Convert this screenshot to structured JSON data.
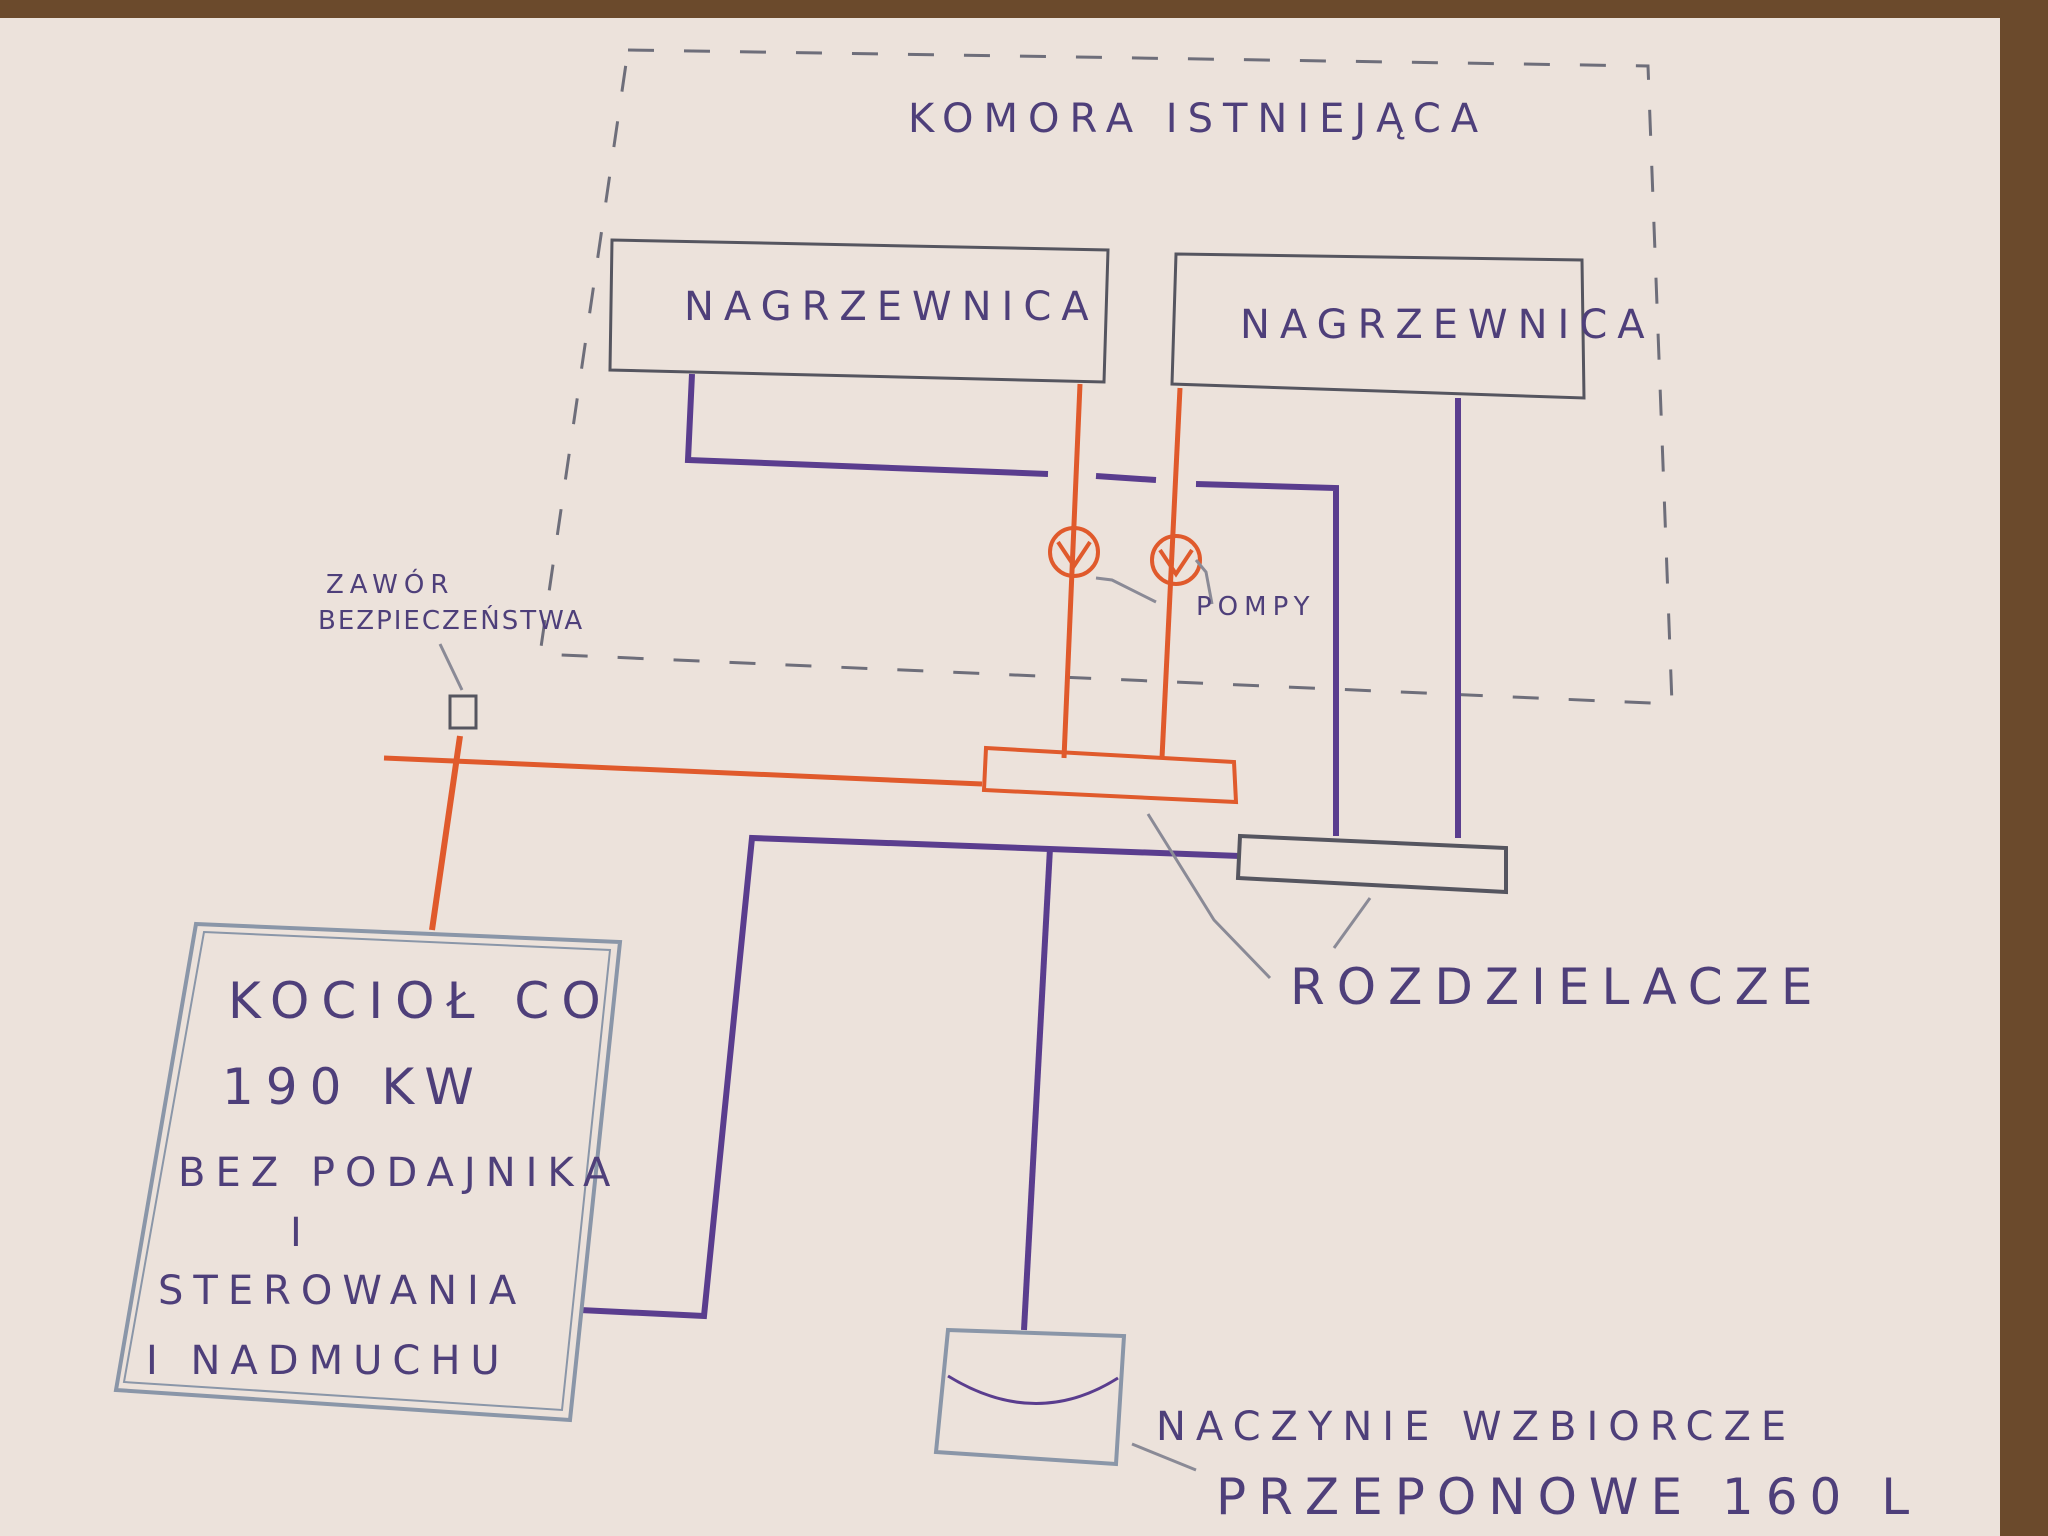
{
  "chamber": {
    "label": "KOMORA ISTNIEJĄCA"
  },
  "heaters": [
    {
      "label": "NAGRZEWNICA"
    },
    {
      "label": "NAGRZEWNICA"
    }
  ],
  "pumps": {
    "label": "POMPY"
  },
  "safety_valve": {
    "label_line1": "ZAWÓR",
    "label_line2": "BEZPIECZEŃSTWA"
  },
  "manifolds": {
    "label": "ROZDZIELACZE"
  },
  "boiler": {
    "line1": "KOCIOŁ CO",
    "line2": "190 KW",
    "line3": "BEZ PODAJNIKA",
    "line4": "I",
    "line5": "STEROWANIA",
    "line6": "I NADMUCHU"
  },
  "expansion_vessel": {
    "line1": "NACZYNIE WZBIORCZE",
    "line2": "PRZEPONOWE 160 L"
  },
  "colors": {
    "supply": "#e05a2c",
    "return": "#5a3d8e",
    "box": "#6e6e7a"
  }
}
